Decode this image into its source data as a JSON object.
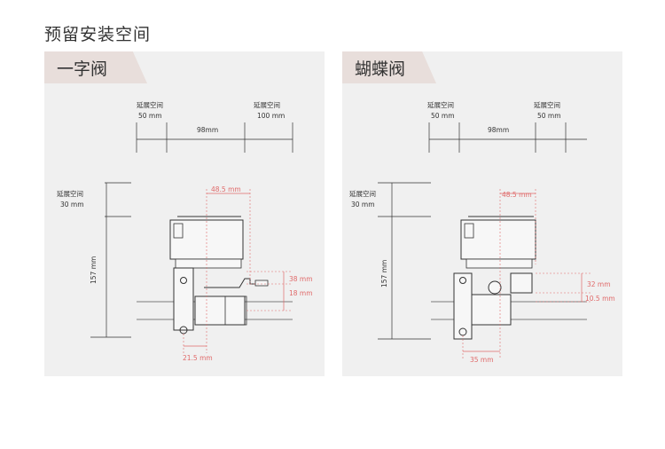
{
  "page": {
    "title": "预留安装空间"
  },
  "panels": [
    {
      "tab": "一字阀",
      "top_left_label": "延展空间",
      "top_left_value": "50 mm",
      "top_mid_value": "98mm",
      "top_right_label": "延展空间",
      "top_right_value": "100 mm",
      "side_label": "延展空间",
      "side_value": "30 mm",
      "height_value": "157 mm",
      "red_top": "48.5 mm",
      "red_upper": "38 mm",
      "red_lower": "18 mm",
      "red_bottom": "21.5 mm"
    },
    {
      "tab": "蝴蝶阀",
      "top_left_label": "延展空间",
      "top_left_value": "50 mm",
      "top_mid_value": "98mm",
      "top_right_label": "延展空间",
      "top_right_value": "50 mm",
      "side_label": "延展空间",
      "side_value": "30 mm",
      "height_value": "157 mm",
      "red_top": "48.5 mm",
      "red_upper": "32 mm",
      "red_lower": "10.5 mm",
      "red_bottom": "35 mm"
    }
  ],
  "colors": {
    "panel_bg": "#f0f0f0",
    "tab_bg": "#e8dedb",
    "dim_line": "#333333",
    "red_dim": "#e06a6a"
  }
}
